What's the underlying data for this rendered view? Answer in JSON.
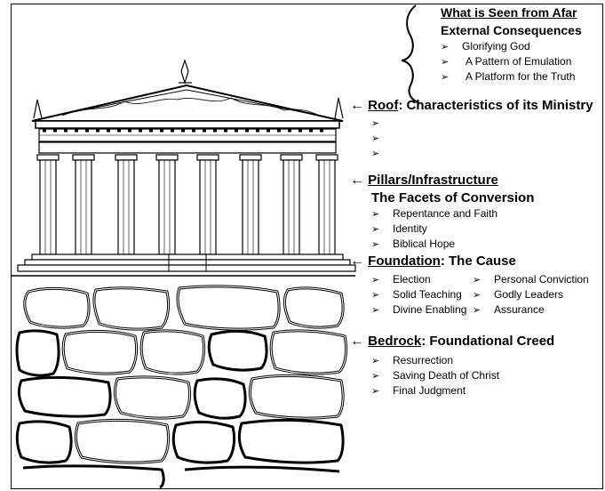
{
  "afar": {
    "title": "What is Seen from Afar",
    "subtitle": "External Consequences",
    "items": [
      "Glorifying God",
      "A Pattern of Emulation",
      "A Platform for the Truth"
    ]
  },
  "roof": {
    "title": "Roof",
    "rest": ": Characteristics of its Ministry",
    "items": [
      "",
      "",
      ""
    ]
  },
  "pillars": {
    "title": "Pillars/Infrastructure",
    "subtitle": "The Facets of Conversion",
    "items": [
      "Repentance and Faith",
      "Identity",
      "Biblical Hope"
    ]
  },
  "foundation": {
    "title": "Foundation",
    "rest": ": The Cause",
    "col1": [
      "Election",
      "Solid Teaching",
      "Divine Enabling"
    ],
    "col2": [
      "Personal Conviction",
      "Godly Leaders",
      "Assurance"
    ]
  },
  "bedrock": {
    "title": "Bedrock",
    "rest": ": Foundational Creed",
    "items": [
      "Resurrection",
      "Saving Death of Christ",
      "Final Judgment"
    ]
  },
  "arrow_glyph": "←",
  "bullet_glyph": "➢",
  "colors": {
    "ink": "#000000",
    "background": "#ffffff"
  }
}
